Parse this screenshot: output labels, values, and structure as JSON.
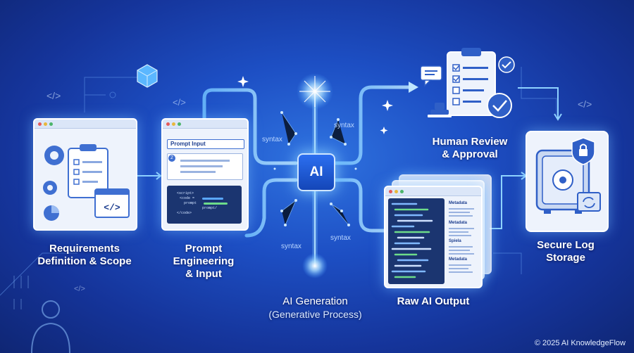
{
  "steps": {
    "requirements": {
      "line1": "Requirements",
      "line2": "Definition & Scope"
    },
    "prompt": {
      "line1": "Prompt",
      "line2": "Engineering",
      "line3": "& Input",
      "field_label": "Prompt Input"
    },
    "ai": {
      "chip": "AI",
      "line1": "AI Generation",
      "line2": "(Generative Process)"
    },
    "review": {
      "line1": "Human Review",
      "line2": "& Approval"
    },
    "output": {
      "line1": "Raw AI Output",
      "meta1": "Metadata",
      "meta2": "Metadata",
      "meta3": "Spiela",
      "meta4": "Metadata"
    },
    "storage": {
      "line1": "Secure Log",
      "line2": "Storage"
    }
  },
  "syntax_labels": [
    "syntax",
    "syntax",
    "syntax",
    "syntax"
  ],
  "code_glyph": "</>",
  "code_snippet": [
    "<script>",
    "<code =",
    "prompt",
    "prompt/",
    "</code>"
  ],
  "copyright": "© 2025 AI KnowledgeFlow",
  "colors": {
    "background": "#1d4fc4",
    "glow": "#8fd2ff",
    "window": "#eef3fc",
    "accent": "#2c6ff0"
  },
  "icons": [
    "gear-icon",
    "clipboard-icon",
    "code-icon",
    "pie-chart-icon",
    "checklist-icon",
    "check-badge-icon",
    "stamp-icon",
    "chat-icon",
    "safe-icon",
    "shield-lock-icon",
    "cube-icon",
    "person-icon"
  ]
}
